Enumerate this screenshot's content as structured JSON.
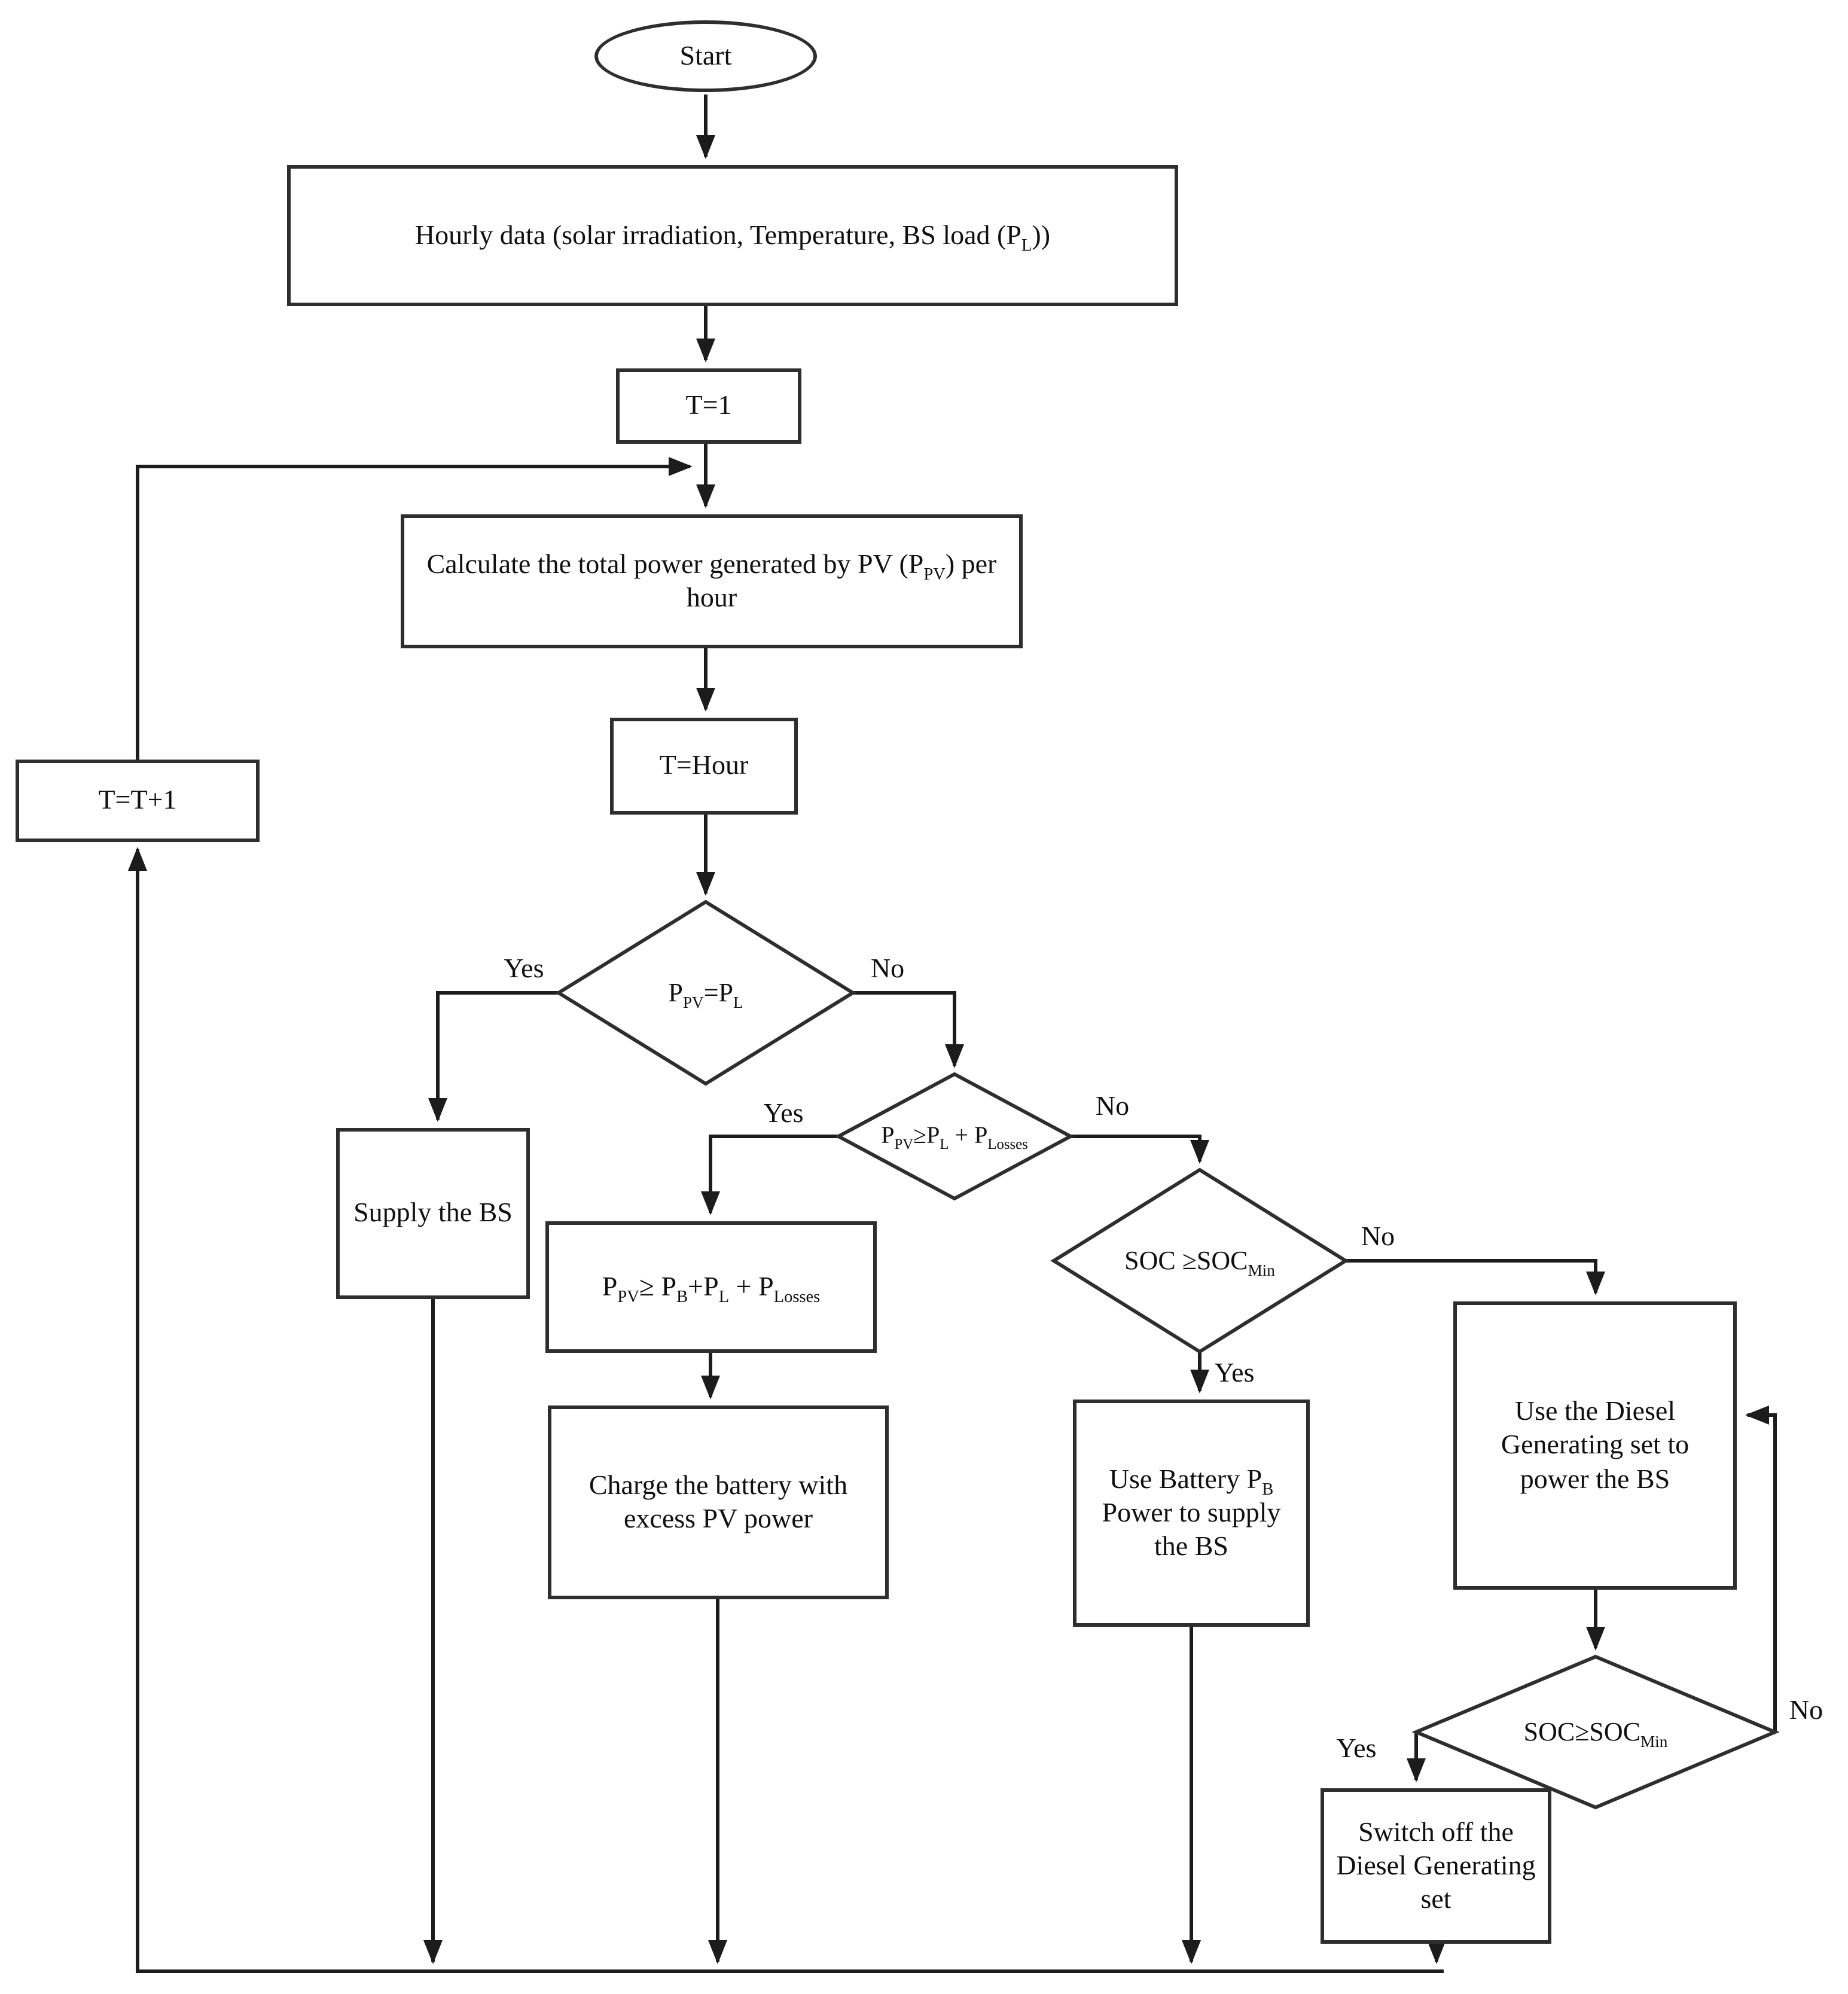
{
  "diagram": {
    "kind": "flowchart",
    "colors": {
      "line": "#1c1c1c",
      "box_border": "#2e2e2e",
      "background": "#ffffff",
      "text": "#101010"
    },
    "nodes": {
      "start": {
        "label": "Start"
      },
      "hourly": {
        "label": "Hourly data (solar irradiation, Temperature, BS load (P~L~))"
      },
      "t_init": {
        "label": "T=1"
      },
      "calc": {
        "label": "Calculate the total power generated by PV (P~PV~) per hour"
      },
      "t_hour": {
        "label": "T=Hour"
      },
      "d_pv_eq_load": {
        "label": "P~PV~=P~L~"
      },
      "supply_bs": {
        "label": "Supply the BS"
      },
      "d_pv_ge_load_losses": {
        "label": "P~PV~≥P~L~ + P~Losses~"
      },
      "pv_ge_batt": {
        "label": "P~PV~≥ P~B~+P~L~ + P~Losses~"
      },
      "charge_battery": {
        "label": "Charge the battery with excess PV power"
      },
      "d_soc_1": {
        "label": "SOC ≥SOC~Min~"
      },
      "use_battery": {
        "label": "Use Battery P~B~ Power to supply the BS"
      },
      "use_diesel": {
        "label": "Use the Diesel Generating set to power the BS"
      },
      "d_soc_2": {
        "label": "SOC≥SOC~Min~"
      },
      "switch_off": {
        "label": "Switch off the Diesel Generating set"
      },
      "t_increment": {
        "label": "T=T+1"
      }
    },
    "edges": {
      "d1_yes": "Yes",
      "d1_no": "No",
      "d2_yes": "Yes",
      "d2_no": "No",
      "d3_yes": "Yes",
      "d3_no": "No",
      "d4_yes": "Yes",
      "d4_no": "No"
    }
  }
}
